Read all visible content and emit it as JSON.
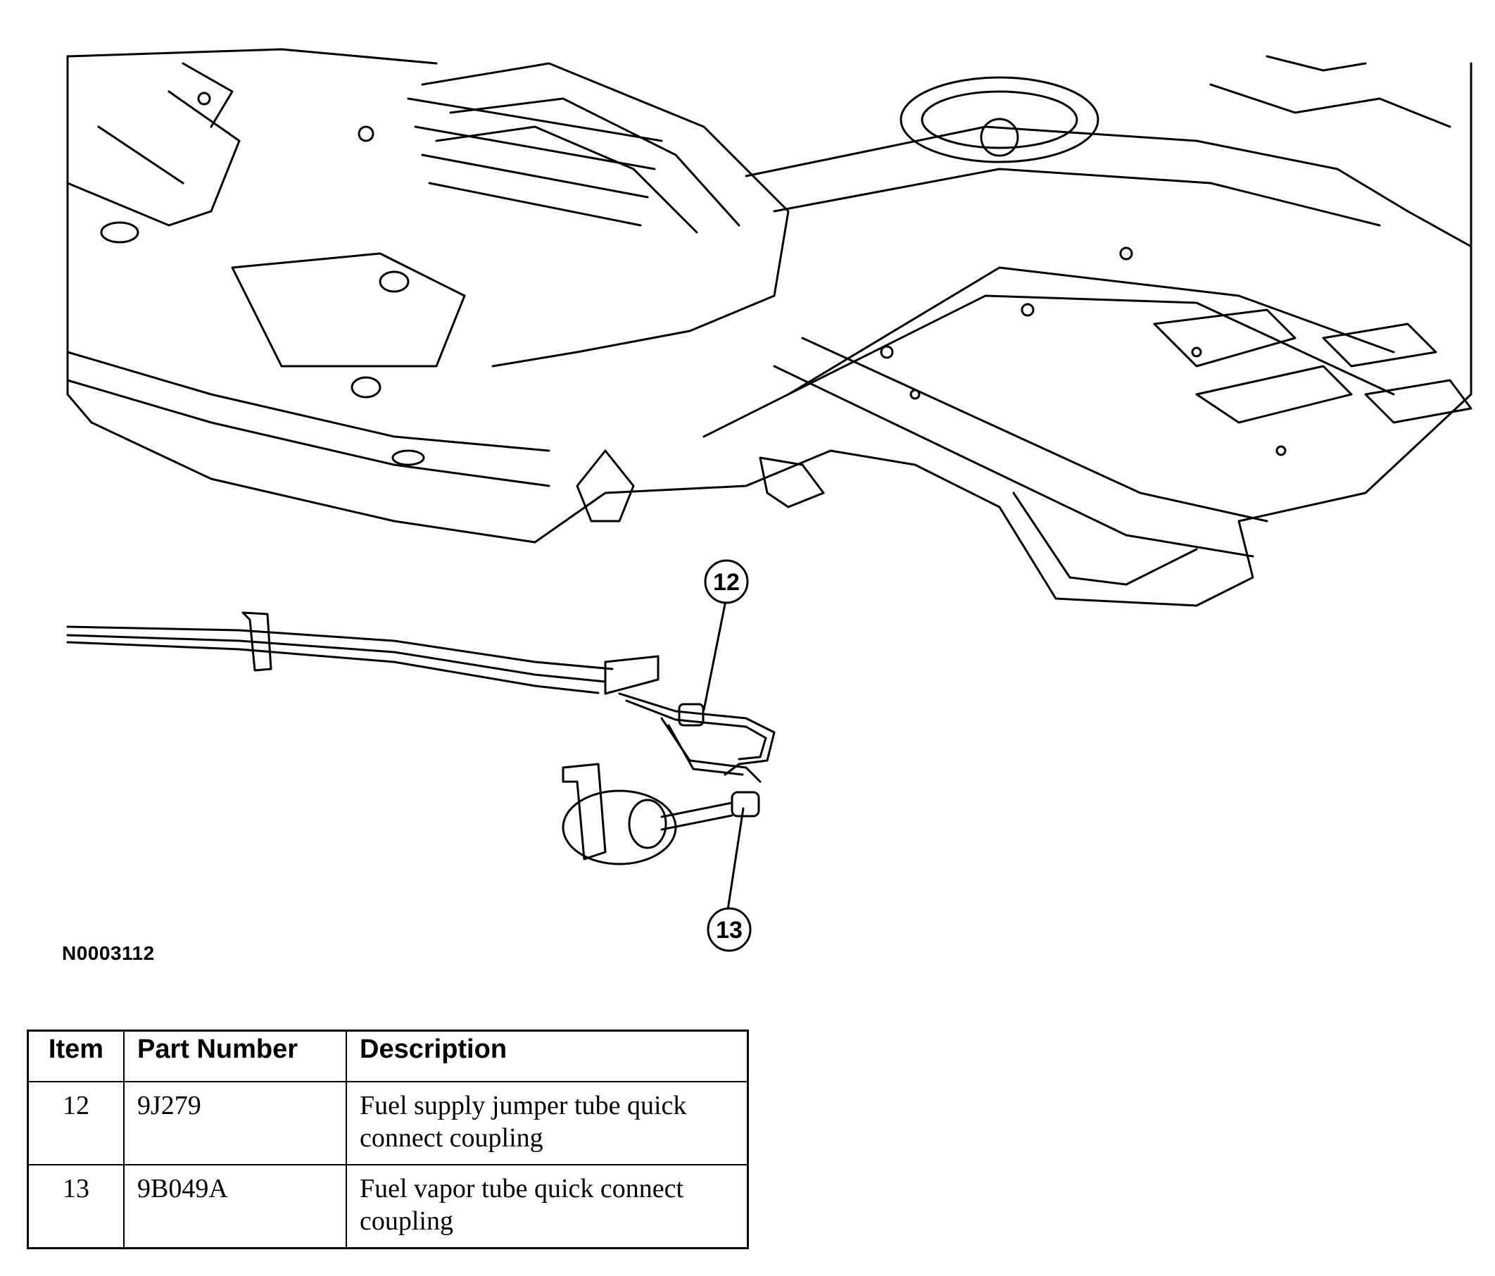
{
  "figure": {
    "id": "N0003112",
    "callouts": [
      "12",
      "13"
    ]
  },
  "table": {
    "headers": [
      "Item",
      "Part Number",
      "Description"
    ],
    "rows": [
      {
        "item": "12",
        "part_number": "9J279",
        "description": "Fuel supply jumper tube quick connect coupling"
      },
      {
        "item": "13",
        "part_number": "9B049A",
        "description": "Fuel vapor tube quick connect coupling"
      }
    ]
  }
}
